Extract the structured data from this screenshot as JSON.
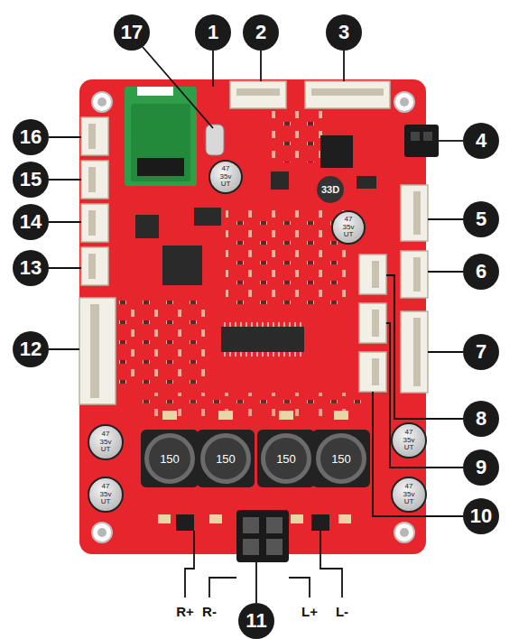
{
  "diagram": {
    "nodes": [
      {
        "text": [
          "17"
        ]
      },
      {
        "text": [
          "1"
        ]
      },
      {
        "text": [
          "2"
        ]
      },
      {
        "text": [
          "3"
        ]
      },
      {
        "text": [
          "16"
        ]
      },
      {
        "text": [
          "4"
        ]
      },
      {
        "text": [
          "15"
        ]
      },
      {
        "text": [
          "5"
        ]
      },
      {
        "text": [
          "14"
        ]
      },
      {
        "text": [
          "13"
        ]
      },
      {
        "text": [
          "6"
        ]
      },
      {
        "text": [
          "12"
        ]
      },
      {
        "text": [
          "7"
        ]
      },
      {
        "text": [
          "8"
        ]
      },
      {
        "text": [
          "9"
        ]
      },
      {
        "text": [
          "10"
        ]
      },
      {
        "text": [
          "11"
        ]
      },
      {
        "text": [
          "47 35v UT"
        ]
      },
      {
        "text": [
          "47 35v UT"
        ]
      },
      {
        "text": [
          "47 35v UT"
        ]
      },
      {
        "text": [
          "150"
        ]
      },
      {
        "text": [
          "150"
        ]
      },
      {
        "text": [
          "150"
        ]
      },
      {
        "text": [
          "150"
        ]
      },
      {
        "text": [
          "47 35v UT"
        ]
      },
      {
        "text": [
          "47 35v UT"
        ]
      },
      {
        "text": [
          "47 35v UT"
        ]
      }
    ],
    "edges": [],
    "labels": [
      "33D",
      "R+",
      "R-",
      "L+",
      "L-"
    ]
  }
}
